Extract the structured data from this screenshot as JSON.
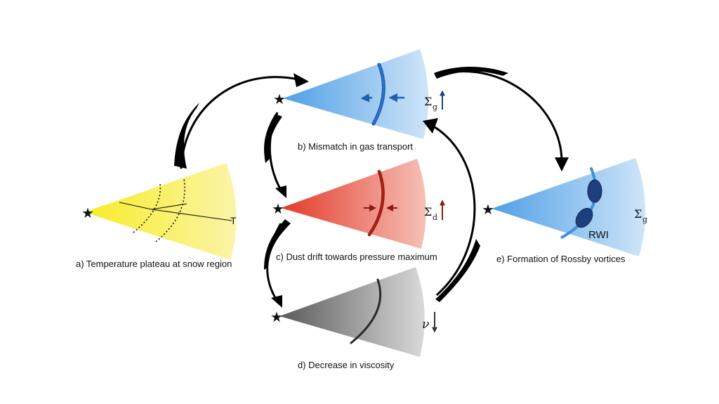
{
  "panels": {
    "a": {
      "caption": "a) Temperature plateau at snow region",
      "symbol": "T",
      "color": "#f6ec3a"
    },
    "b": {
      "caption": "b) Mismatch in gas transport",
      "symbol": "Σ",
      "subscript": "g",
      "color": "#5aa7e8",
      "arrow_color": "#1f4f9a"
    },
    "c": {
      "caption": "c) Dust drift towards pressure maximum",
      "symbol": "Σ",
      "subscript": "d",
      "color": "#e8463a",
      "arrow_color": "#8b1a12"
    },
    "d": {
      "caption": "d) Decrease in viscosity",
      "symbol": "ν",
      "color": "#6f6f6f",
      "arrow_color": "#444444"
    },
    "e": {
      "caption": "e) Formation of Rossby vortices",
      "symbol": "Σ",
      "subscript": "g",
      "vortex_label": "RWI",
      "color": "#5aa7e8",
      "vortex_color": "#1d3f7a"
    }
  },
  "icons": [
    "star-icon",
    "curved-arrow"
  ]
}
